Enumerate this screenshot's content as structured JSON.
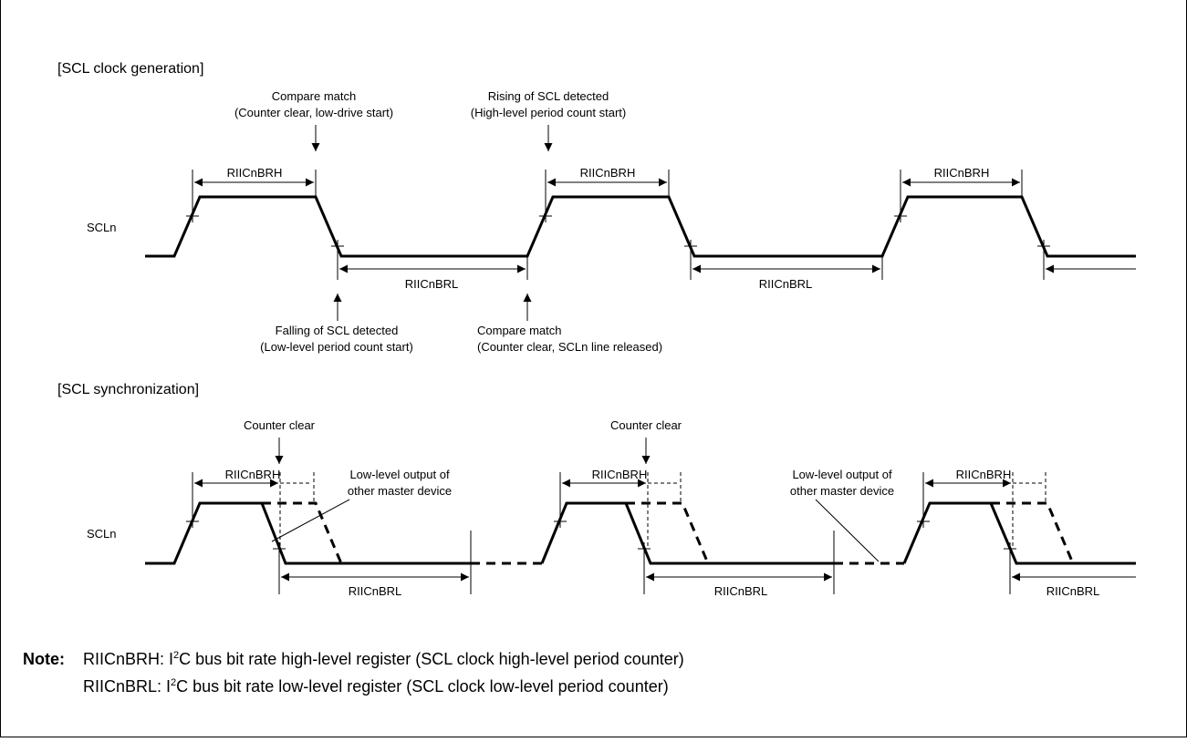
{
  "sections": {
    "generation_title": "[SCL clock generation]",
    "synchronization_title": "[SCL synchronization]"
  },
  "signal_label": "SCLn",
  "generation": {
    "brh_label": "RIICnBRH",
    "brl_label": "RIICnBRL",
    "compare_match_top": [
      "Compare match",
      "(Counter clear, low-drive start)"
    ],
    "rising_detected": [
      "Rising of SCL detected",
      "(High-level period count start)"
    ],
    "falling_detected": [
      "Falling of SCL detected",
      "(Low-level period count start)"
    ],
    "compare_match_bottom": [
      "Compare match",
      "(Counter clear, SCLn line released)"
    ]
  },
  "synchronization": {
    "counter_clear": "Counter clear",
    "brh_label": "RIICnBRH",
    "brl_label": "RIICnBRL",
    "other_master": [
      "Low-level output of",
      "other master device"
    ]
  },
  "note": {
    "heading": "Note:",
    "line1": {
      "prefix": "RIICnBRH: I",
      "sup": "2",
      "suffix": "C bus bit rate high-level register (SCL clock high-level period counter)"
    },
    "line2": {
      "prefix": "RIICnBRL: I",
      "sup": "2",
      "suffix": "C bus bit rate low-level register (SCL clock low-level period counter)"
    }
  }
}
